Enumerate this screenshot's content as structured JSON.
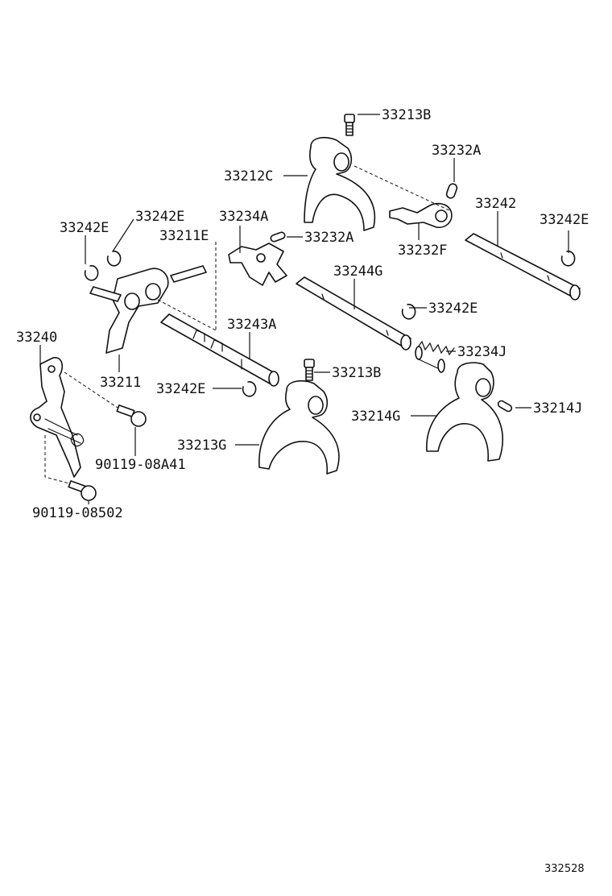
{
  "diagram": {
    "figure_number": "332528",
    "labels": {
      "p33213B_top": "33213B",
      "p33232A_top": "33232A",
      "p33212C": "33212C",
      "p33242": "33242",
      "p33242E_right": "33242E",
      "p33234A": "33234A",
      "p33232A_mid": "33232A",
      "p33232F": "33232F",
      "p33242E_left1": "33242E",
      "p33242E_left2": "33242E",
      "p33211E": "33211E",
      "p33244G": "33244G",
      "p33242E_mid": "33242E",
      "p33240": "33240",
      "p33243A": "33243A",
      "p33234J": "33234J",
      "p33213B_mid": "33213B",
      "p33211": "33211",
      "p33242E_low": "33242E",
      "p33214G": "33214G",
      "p33214J": "33214J",
      "p90119_08A41": "90119-08A41",
      "p33213G": "33213G",
      "p90119_08502": "90119-08502"
    }
  }
}
